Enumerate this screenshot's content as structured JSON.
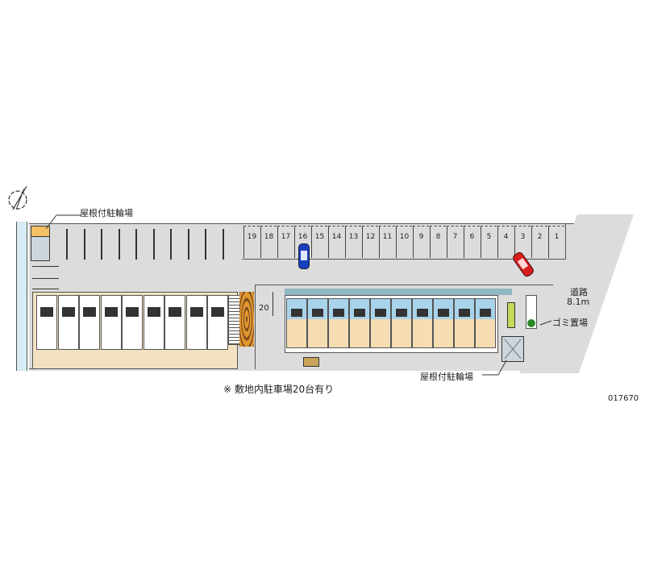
{
  "labels": {
    "bike_parking_top": "屋根付駐輪場",
    "bike_parking_bottom": "屋根付駐輪場",
    "road_name": "道路",
    "road_width": "8.1m",
    "garbage": "ゴミ置場",
    "note": "※ 敷地内駐車場20台有り",
    "space_20": "20",
    "property_id": "017670"
  },
  "parking_spaces": [
    "19",
    "18",
    "17",
    "16",
    "15",
    "14",
    "13",
    "12",
    "11",
    "10",
    "9",
    "8",
    "7",
    "6",
    "5",
    "4",
    "3",
    "2",
    "1"
  ],
  "colors": {
    "lot": "#dcdcdc",
    "building_beige": "#f6dcb2",
    "building_blue": "#a9d3ea",
    "car_blue": "#1a3fc0",
    "car_red": "#d91c1c",
    "garbage_green": "#2a8a2a"
  }
}
